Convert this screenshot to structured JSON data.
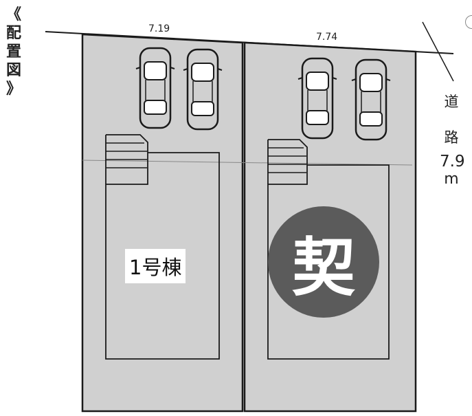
{
  "title_chars": [
    "《",
    "配",
    "置",
    "図",
    "》"
  ],
  "road": {
    "chars": [
      "道",
      "路"
    ],
    "width": "7.9",
    "unit": "m"
  },
  "lots": [
    {
      "frontage": "7.19",
      "label": "1号棟",
      "badge": ""
    },
    {
      "frontage": "7.74",
      "label": "",
      "badge": "契"
    }
  ],
  "colors": {
    "lot_fill": "#d0d0d0",
    "badge": "#5b5b5b",
    "line": "#1a1a1a"
  },
  "icons": [
    "car-icon",
    "car-icon",
    "car-icon",
    "car-icon",
    "stairs-icon",
    "stairs-icon"
  ]
}
